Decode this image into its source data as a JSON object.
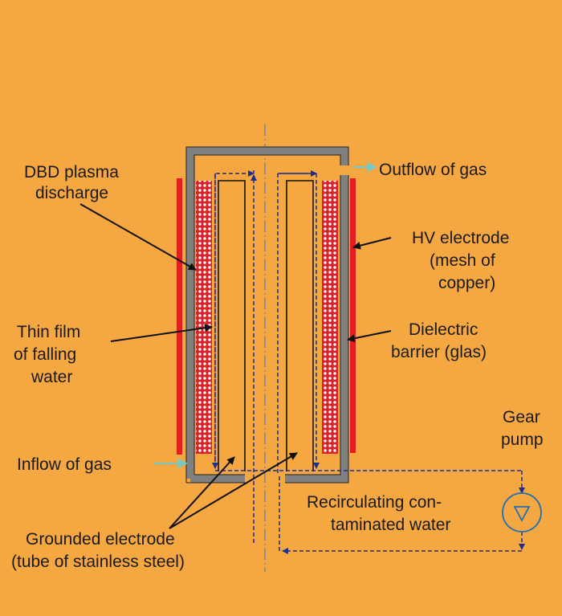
{
  "labels": {
    "dbd_line1": "DBD plasma",
    "dbd_line2": "discharge",
    "outflow": "Outflow of gas",
    "hv_line1": "HV electrode",
    "hv_line2": "(mesh of",
    "hv_line3": "copper)",
    "film_line1": "Thin film",
    "film_line2": "of falling",
    "film_line3": "water",
    "dielectric_line1": "Dielectric",
    "dielectric_line2": "barrier (glas)",
    "gear_line1": "Gear",
    "gear_line2": "pump",
    "inflow": "Inflow of gas",
    "recirc_line1": "Recirculating con-",
    "recirc_line2": "taminated water",
    "ground_line1": "Grounded electrode",
    "ground_line2": "(tube of stainless steel)"
  },
  "colors": {
    "background": "#F5A742",
    "steel": "#808080",
    "electrode_red": "#E41E1E",
    "plasma_red": "#D8232A",
    "gas_arrow": "#7CC6C2",
    "flow_dash": "#1F2D8C",
    "pump_blue": "#1F6FB5"
  }
}
